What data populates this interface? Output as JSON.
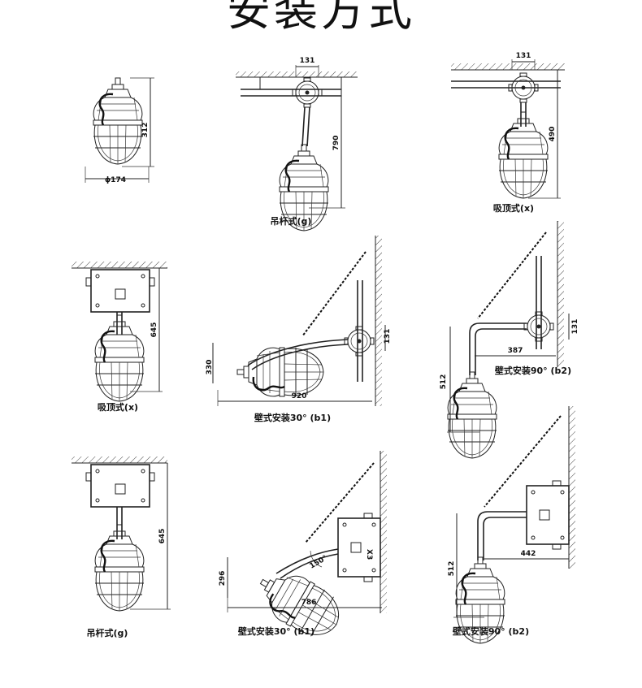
{
  "page": {
    "title": "安装方式"
  },
  "diagrams": [
    {
      "id": "d1",
      "caption": "",
      "dims": [
        "312",
        "ɸ174"
      ]
    },
    {
      "id": "d2",
      "caption": "吊杆式(g)",
      "dims": [
        "131",
        "790"
      ]
    },
    {
      "id": "d3",
      "caption": "吸顶式(x)",
      "dims": [
        "131",
        "490"
      ]
    },
    {
      "id": "d4",
      "caption": "吸顶式(x)",
      "dims": [
        "645"
      ]
    },
    {
      "id": "d5",
      "caption": "壁式安装30° (b1)",
      "dims": [
        "131",
        "330",
        "920"
      ]
    },
    {
      "id": "d6",
      "caption": "壁式安装90° (b2)",
      "dims": [
        "131",
        "387",
        "512"
      ]
    },
    {
      "id": "d7",
      "caption": "吊杆式(g)",
      "dims": [
        "645"
      ]
    },
    {
      "id": "d8",
      "caption": "壁式安装30° (b1)",
      "dims": [
        "296",
        "786",
        "150°"
      ]
    },
    {
      "id": "d9",
      "caption": "壁式安装90° (b2)",
      "dims": [
        "442",
        "512"
      ]
    }
  ]
}
